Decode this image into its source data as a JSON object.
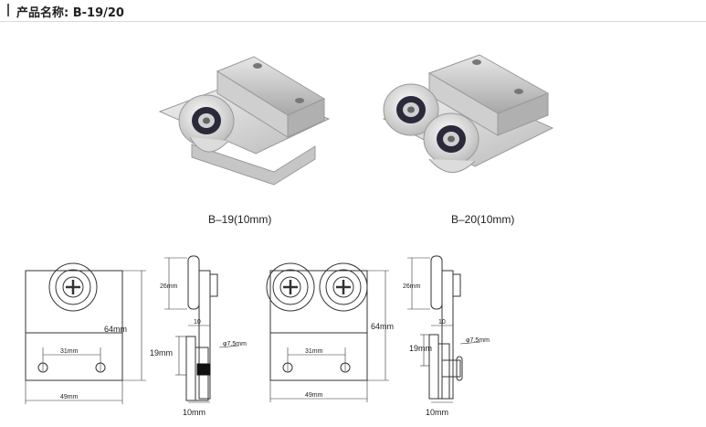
{
  "header": {
    "title": "产品名称: B-19/20"
  },
  "products": [
    {
      "caption": "B–19(10mm)"
    },
    {
      "caption": "B–20(10mm)"
    }
  ],
  "drawing_b19_front": {
    "height": "64mm",
    "hole_spacing": "31mm",
    "width": "49mm"
  },
  "drawing_b19_side": {
    "roller": "26mm",
    "thickness": "10",
    "hole": "φ7.5mm",
    "depth": "19mm",
    "glass": "10mm"
  },
  "drawing_b20_front": {
    "height": "64mm",
    "hole_spacing": "31mm",
    "width": "49mm"
  },
  "drawing_b20_side": {
    "roller": "26mm",
    "thickness": "10",
    "hole": "φ7.5mm",
    "depth": "19mm",
    "glass": "10mm"
  }
}
